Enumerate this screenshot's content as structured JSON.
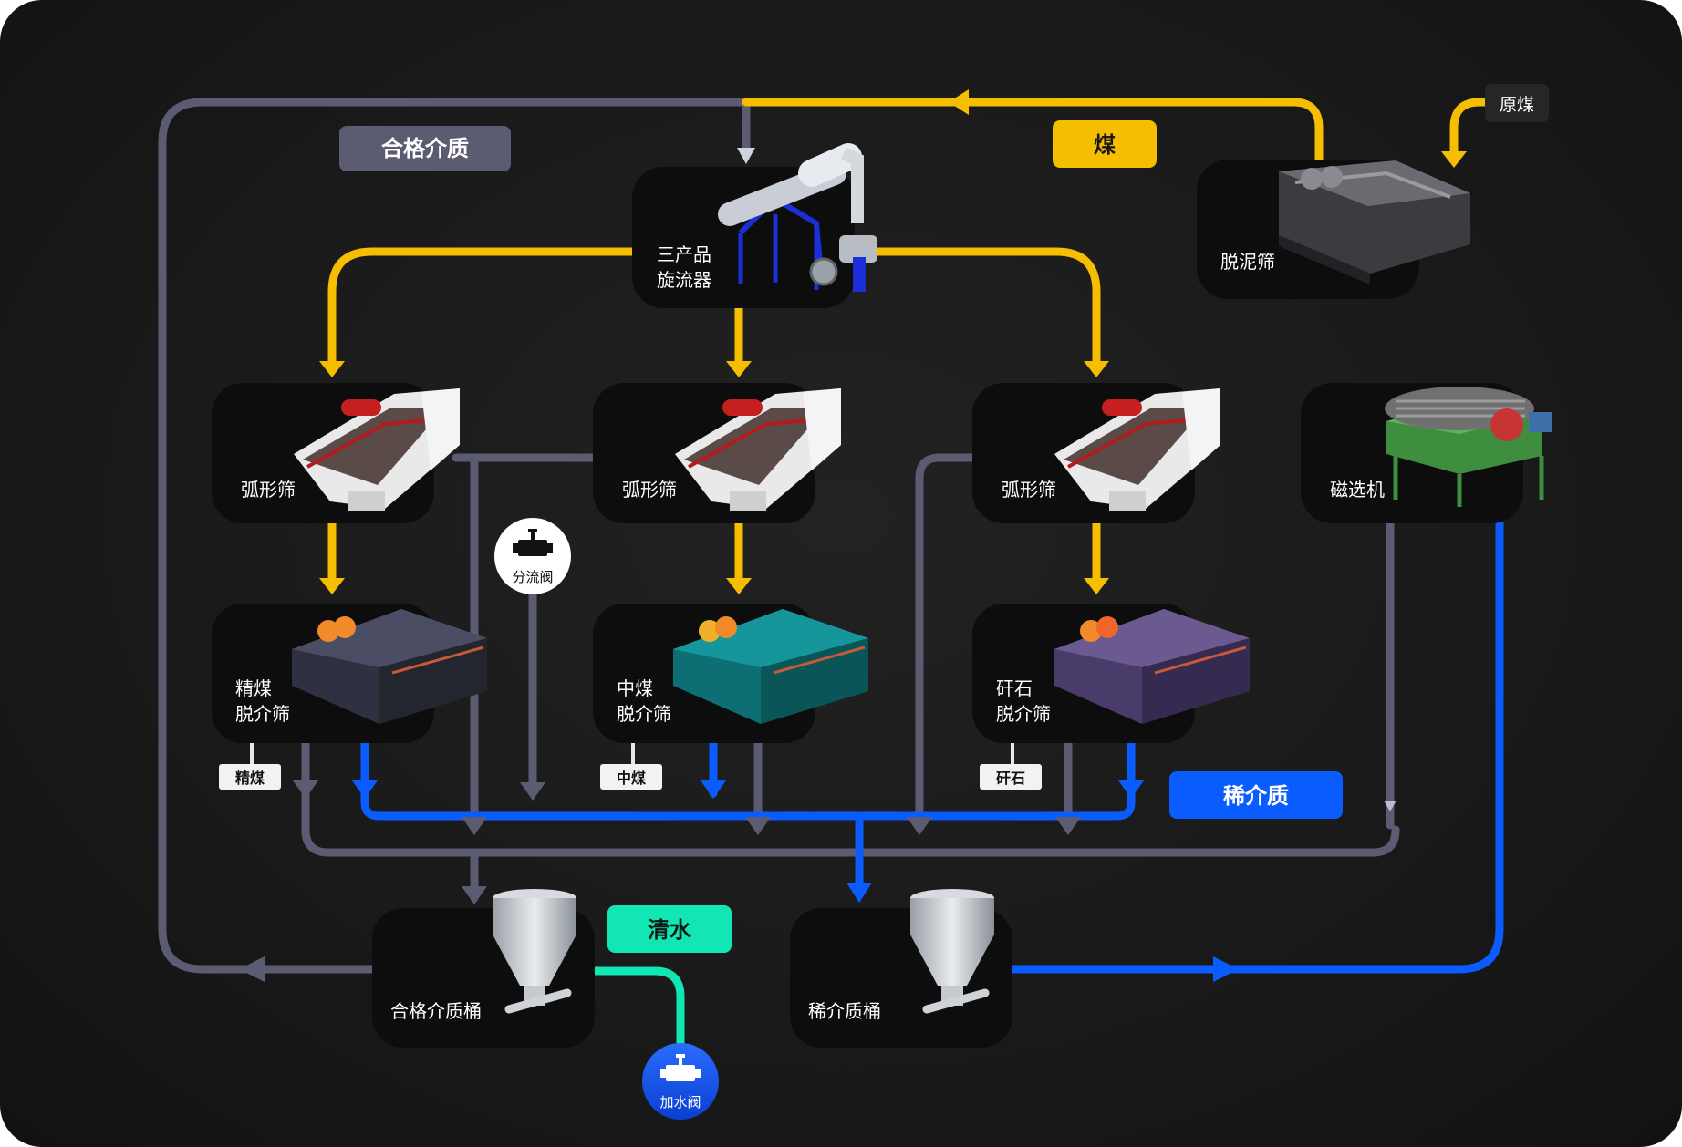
{
  "colors": {
    "coal": "#f5be00",
    "qualified": "#5b5c72",
    "dilute": "#0a5cff",
    "water": "#12e6b4",
    "node_bg": "#0d0d0d",
    "background": "#1a1a1a"
  },
  "legend": {
    "qualified_medium": "合格介质",
    "coal": "煤",
    "dilute_medium": "稀介质",
    "clean_water": "清水"
  },
  "nodes": {
    "cyclone_line1": "三产品",
    "cyclone_line2": "旋流器",
    "desliming": "脱泥筛",
    "arc1": "弧形筛",
    "arc2": "弧形筛",
    "arc3": "弧形筛",
    "magnetic": "磁选机",
    "clean_line1": "精煤",
    "clean_line2": "脱介筛",
    "middling_line1": "中煤",
    "middling_line2": "脱介筛",
    "gangue_line1": "矸石",
    "gangue_line2": "脱介筛",
    "qualified_tank": "合格介质桶",
    "dilute_tank": "稀介质桶"
  },
  "tags": {
    "raw_coal": "原煤",
    "clean_coal": "精煤",
    "middling": "中煤",
    "gangue": "矸石"
  },
  "valves": {
    "split": "分流阀",
    "water": "加水阀"
  },
  "icons": {
    "cyclone": "hydrocyclone-icon",
    "desliming": "vibrating-screen-icon",
    "arc": "arc-screen-icon",
    "magnetic": "magnetic-separator-icon",
    "dewatering": "dewatering-screen-icon",
    "tank": "medium-tank-icon",
    "valve": "valve-icon"
  }
}
